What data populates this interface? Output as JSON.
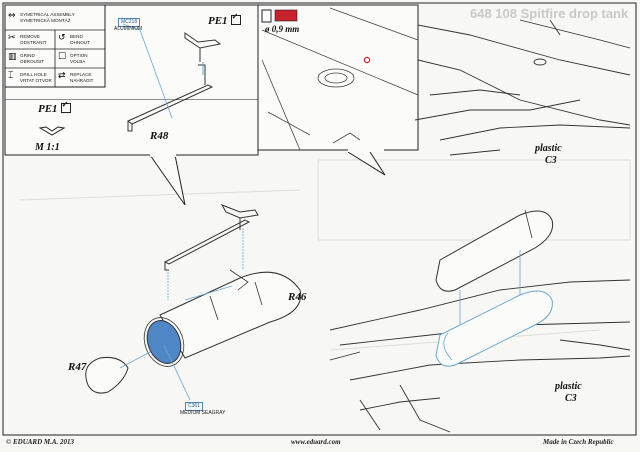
{
  "title_ghost": "648 108 Spitfire drop tank",
  "legend": {
    "sym_assembly": "SYMETRICAL ASSEMBLY",
    "sym_montaz": "SYMETRICKÁ MONTÁŽ",
    "remove": "REMOVE",
    "odstranit": "ODSTRANIT",
    "bend": "BEND",
    "ohnout": "OHNOUT",
    "grind": "GRIND",
    "obrousit": "OBROUSIT",
    "option": "OPTION",
    "volba": "VOLBA",
    "drill": "DRILL HOLE",
    "vrtat": "VRTAT OTVOR",
    "replace": "REPLACE",
    "nahradit": "NAHRADIT"
  },
  "parts": {
    "pe1_top": "PE1",
    "pe1_left": "PE1",
    "scale": "M 1:1",
    "r48": "R48",
    "r46": "R46",
    "r47": "R47",
    "plastic_c3_top": "plastic",
    "c3_top": "C3",
    "plastic_c3_bottom": "plastic",
    "c3_bottom": "C3"
  },
  "drill": {
    "size": "ø 0,9 mm"
  },
  "paint": {
    "mc218_code": "MC218",
    "mc218_name": "ALUMINIUM",
    "c361_code": "C361",
    "c361_name": "MEDIUM SEAGRAY"
  },
  "footer": {
    "copyright": "© EDUARD  M.A. 2013",
    "website": "www.eduard.com",
    "made_in": "Made in Czech Republic"
  },
  "colors": {
    "paint_blue": "#4f86c6",
    "line_blue": "#6aa8d0",
    "drill_red": "#c8222c"
  }
}
